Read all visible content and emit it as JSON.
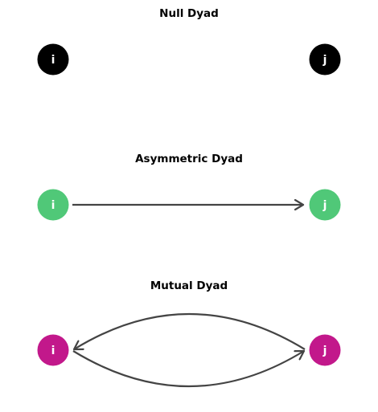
{
  "panels": [
    {
      "title": "Null Dyad",
      "node_color": "#000000",
      "nodes": [
        "i",
        "j"
      ],
      "edges": []
    },
    {
      "title": "Asymmetric Dyad",
      "node_color": "#50c878",
      "nodes": [
        "i",
        "j"
      ],
      "edges": [
        {
          "from": "i",
          "to": "j",
          "shape": "straight"
        }
      ]
    },
    {
      "title": "Mutual Dyad",
      "node_color": "#c2188b",
      "nodes": [
        "i",
        "j"
      ],
      "edges": [
        {
          "from": "i",
          "to": "j",
          "shape": "curved-below"
        },
        {
          "from": "j",
          "to": "i",
          "shape": "curved-above"
        }
      ]
    }
  ],
  "edge_color": "#444444"
}
